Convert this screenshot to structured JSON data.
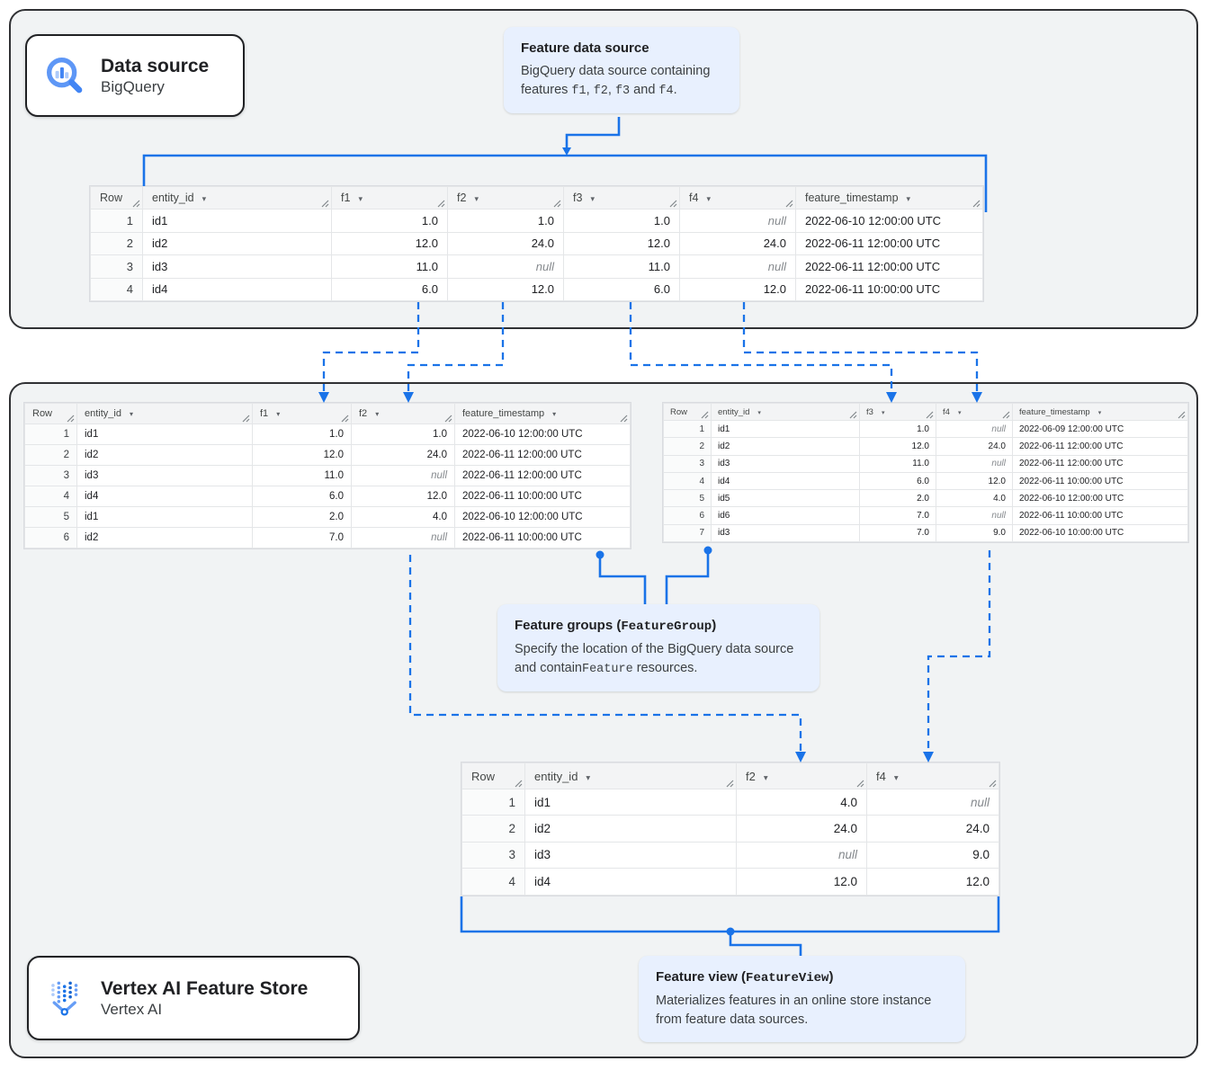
{
  "badges": {
    "data_source": {
      "title": "Data source",
      "subtitle": "BigQuery"
    },
    "feature_store": {
      "title": "Vertex AI Feature Store",
      "subtitle": "Vertex AI"
    }
  },
  "callouts": {
    "feature_data_source": {
      "title_parts": [
        {
          "text": "Feature data source"
        }
      ],
      "body_parts": [
        {
          "text": "BigQuery data source containing features "
        },
        {
          "text": "f1",
          "mono": true
        },
        {
          "text": ", "
        },
        {
          "text": "f2",
          "mono": true
        },
        {
          "text": ", "
        },
        {
          "text": "f3",
          "mono": true
        },
        {
          "text": " and "
        },
        {
          "text": "f4",
          "mono": true
        },
        {
          "text": "."
        }
      ]
    },
    "feature_groups": {
      "title_parts": [
        {
          "text": "Feature groups ("
        },
        {
          "text": "FeatureGroup",
          "mono": true
        },
        {
          "text": ")"
        }
      ],
      "body_parts": [
        {
          "text": "Specify the location of the BigQuery data source and contain"
        },
        {
          "text": "Feature",
          "mono": true
        },
        {
          "text": " resources."
        }
      ]
    },
    "feature_view": {
      "title_parts": [
        {
          "text": "Feature view ("
        },
        {
          "text": "FeatureView",
          "mono": true
        },
        {
          "text": ")"
        }
      ],
      "body_parts": [
        {
          "text": "Materializes features in an online store instance from feature data sources."
        }
      ]
    }
  },
  "table_meta": {
    "null_text": "null",
    "menu_glyph": "▾"
  },
  "tables": {
    "source": {
      "columns": [
        {
          "label": "Row",
          "align": "right",
          "menu": false
        },
        {
          "label": "entity_id",
          "align": "left",
          "menu": true
        },
        {
          "label": "f1",
          "align": "right",
          "menu": true
        },
        {
          "label": "f2",
          "align": "right",
          "menu": true
        },
        {
          "label": "f3",
          "align": "right",
          "menu": true
        },
        {
          "label": "f4",
          "align": "right",
          "menu": true
        },
        {
          "label": "feature_timestamp",
          "align": "left",
          "menu": true
        }
      ],
      "rows": [
        [
          "1",
          "id1",
          "1.0",
          "1.0",
          "1.0",
          null,
          "2022-06-10 12:00:00 UTC"
        ],
        [
          "2",
          "id2",
          "12.0",
          "24.0",
          "12.0",
          "24.0",
          "2022-06-11 12:00:00 UTC"
        ],
        [
          "3",
          "id3",
          "11.0",
          null,
          "11.0",
          null,
          "2022-06-11 12:00:00 UTC"
        ],
        [
          "4",
          "id4",
          "6.0",
          "12.0",
          "6.0",
          "12.0",
          "2022-06-11 10:00:00 UTC"
        ]
      ]
    },
    "group1": {
      "columns": [
        {
          "label": "Row",
          "align": "right",
          "menu": false
        },
        {
          "label": "entity_id",
          "align": "left",
          "menu": true
        },
        {
          "label": "f1",
          "align": "right",
          "menu": true
        },
        {
          "label": "f2",
          "align": "right",
          "menu": true
        },
        {
          "label": "feature_timestamp",
          "align": "left",
          "menu": true
        }
      ],
      "rows": [
        [
          "1",
          "id1",
          "1.0",
          "1.0",
          "2022-06-10 12:00:00 UTC"
        ],
        [
          "2",
          "id2",
          "12.0",
          "24.0",
          "2022-06-11 12:00:00 UTC"
        ],
        [
          "3",
          "id3",
          "11.0",
          null,
          "2022-06-11 12:00:00 UTC"
        ],
        [
          "4",
          "id4",
          "6.0",
          "12.0",
          "2022-06-11 10:00:00 UTC"
        ],
        [
          "5",
          "id1",
          "2.0",
          "4.0",
          "2022-06-10 12:00:00 UTC"
        ],
        [
          "6",
          "id2",
          "7.0",
          null,
          "2022-06-11 10:00:00 UTC"
        ]
      ]
    },
    "group2": {
      "columns": [
        {
          "label": "Row",
          "align": "right",
          "menu": false
        },
        {
          "label": "entity_id",
          "align": "left",
          "menu": true
        },
        {
          "label": "f3",
          "align": "right",
          "menu": true
        },
        {
          "label": "f4",
          "align": "right",
          "menu": true
        },
        {
          "label": "feature_timestamp",
          "align": "left",
          "menu": true
        }
      ],
      "rows": [
        [
          "1",
          "id1",
          "1.0",
          null,
          "2022-06-09 12:00:00 UTC"
        ],
        [
          "2",
          "id2",
          "12.0",
          "24.0",
          "2022-06-11 12:00:00 UTC"
        ],
        [
          "3",
          "id3",
          "11.0",
          null,
          "2022-06-11 12:00:00 UTC"
        ],
        [
          "4",
          "id4",
          "6.0",
          "12.0",
          "2022-06-11 10:00:00 UTC"
        ],
        [
          "5",
          "id5",
          "2.0",
          "4.0",
          "2022-06-10 12:00:00 UTC"
        ],
        [
          "6",
          "id6",
          "7.0",
          null,
          "2022-06-11 10:00:00 UTC"
        ],
        [
          "7",
          "id3",
          "7.0",
          "9.0",
          "2022-06-10 10:00:00 UTC"
        ]
      ]
    },
    "view": {
      "columns": [
        {
          "label": "Row",
          "align": "right",
          "menu": false
        },
        {
          "label": "entity_id",
          "align": "left",
          "menu": true
        },
        {
          "label": "f2",
          "align": "right",
          "menu": true
        },
        {
          "label": "f4",
          "align": "right",
          "menu": true
        }
      ],
      "rows": [
        [
          "1",
          "id1",
          "4.0",
          null
        ],
        [
          "2",
          "id2",
          "24.0",
          "24.0"
        ],
        [
          "3",
          "id3",
          null,
          "9.0"
        ],
        [
          "4",
          "id4",
          "12.0",
          "12.0"
        ]
      ]
    }
  },
  "colors": {
    "connector_blue": "#1a73e8",
    "callout_bg": "#e8f0fe",
    "panel_bg": "#f1f3f4",
    "panel_border": "#303134"
  }
}
